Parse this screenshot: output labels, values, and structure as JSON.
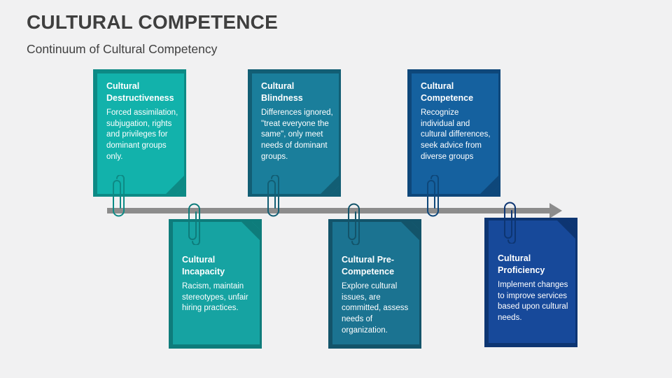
{
  "slide": {
    "title": "CULTURAL COMPETENCE",
    "subtitle": "Continuum of Cultural Competency"
  },
  "colors": {
    "background": "#f1f1f2",
    "heading_text": "#3f3f3f",
    "arrow": "#8c8c8c",
    "card_text": "#ffffff"
  },
  "diagram": {
    "type": "continuum-timeline",
    "arrow_direction": "right",
    "stages": [
      {
        "title": "Cultural Destructiveness",
        "description": "Forced assimilation, subjugation, rights and privileges for dominant groups only.",
        "row": "top",
        "fill_color": "#12b2ab",
        "shadow_color": "#0d8a85"
      },
      {
        "title": "Cultural Incapacity",
        "description": "Racism, maintain stereotypes, unfair hiring practices.",
        "row": "bottom",
        "fill_color": "#16a3a2",
        "shadow_color": "#0e7c7b"
      },
      {
        "title": "Cultural Blindness",
        "description": "Differences ignored, \"treat everyone the same\", only meet needs of dominant groups.",
        "row": "top",
        "fill_color": "#1a7e9b",
        "shadow_color": "#125e74"
      },
      {
        "title": "Cultural Pre-Competence",
        "description": "Explore cultural issues, are committed, assess needs of organization.",
        "row": "bottom",
        "fill_color": "#1b7391",
        "shadow_color": "#13546a"
      },
      {
        "title": "Cultural Competence",
        "description": "Recognize individual and cultural differences, seek advice from diverse groups",
        "row": "top",
        "fill_color": "#15619f",
        "shadow_color": "#0e477a"
      },
      {
        "title": "Cultural Proficiency",
        "description": "Implement changes to improve services based upon cultural needs.",
        "row": "bottom",
        "fill_color": "#17499a",
        "shadow_color": "#0d3572"
      }
    ]
  }
}
